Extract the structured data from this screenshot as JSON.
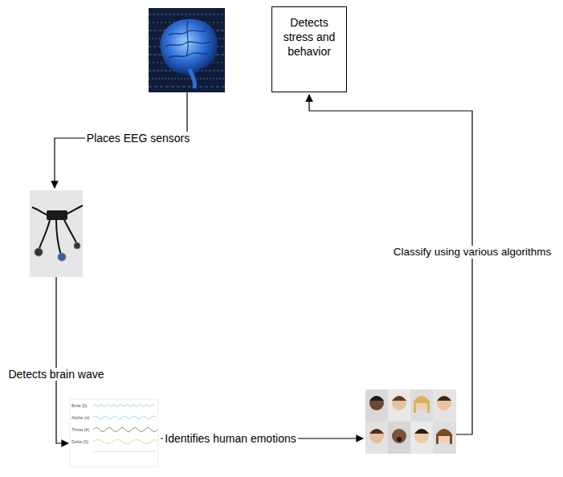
{
  "diagram": {
    "nodes": [
      {
        "text": [
          "Detects stress and behavior"
        ]
      }
    ],
    "labels": [
      "Places EEG sensors",
      "Classify using various algorithms",
      "Detects brain wave",
      "Beta (β)",
      "Alpha (α)",
      "Theta (θ)",
      "Delta (δ)",
      "Identifies human emotions"
    ]
  }
}
